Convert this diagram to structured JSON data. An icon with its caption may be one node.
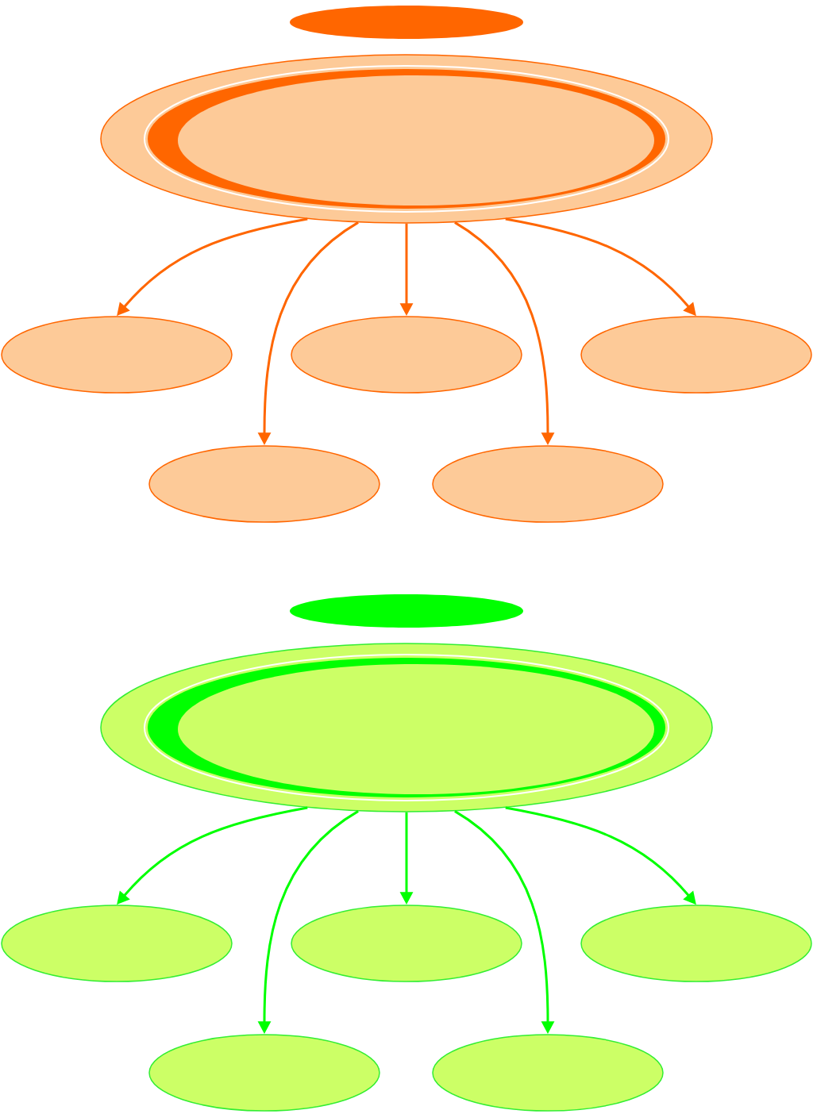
{
  "diagram": {
    "nodes": [
      {
        "text": [],
        "shape": "ellipse"
      },
      {
        "text": [],
        "shape": "ellipse"
      },
      {
        "text": [],
        "shape": "ellipse"
      },
      {
        "text": [],
        "shape": "ellipse"
      },
      {
        "text": [],
        "shape": "ellipse"
      },
      {
        "text": [],
        "shape": "ellipse"
      },
      {
        "text": [],
        "shape": "ellipse"
      },
      {
        "text": [],
        "shape": "ellipse"
      },
      {
        "text": [],
        "shape": "ellipse"
      },
      {
        "text": [],
        "shape": "ellipse"
      },
      {
        "text": [],
        "shape": "ellipse"
      },
      {
        "text": [],
        "shape": "ellipse"
      },
      {
        "text": [],
        "shape": "ellipse"
      },
      {
        "text": [],
        "shape": "ellipse"
      }
    ],
    "edges": [
      {
        "from": 1,
        "to": 2,
        "arrow": "to",
        "color": "#ff6600"
      },
      {
        "from": 1,
        "to": 5,
        "arrow": "to",
        "color": "#ff6600"
      },
      {
        "from": 1,
        "to": 3,
        "arrow": "to",
        "color": "#ff6600"
      },
      {
        "from": 1,
        "to": 6,
        "arrow": "to",
        "color": "#ff6600"
      },
      {
        "from": 1,
        "to": 4,
        "arrow": "to",
        "color": "#ff6600"
      },
      {
        "from": 8,
        "to": 9,
        "arrow": "to",
        "color": "#00ff00"
      },
      {
        "from": 8,
        "to": 12,
        "arrow": "to",
        "color": "#00ff00"
      },
      {
        "from": 8,
        "to": 10,
        "arrow": "to",
        "color": "#00ff00"
      },
      {
        "from": 8,
        "to": 13,
        "arrow": "to",
        "color": "#00ff00"
      },
      {
        "from": 8,
        "to": 11,
        "arrow": "to",
        "color": "#00ff00"
      }
    ]
  }
}
